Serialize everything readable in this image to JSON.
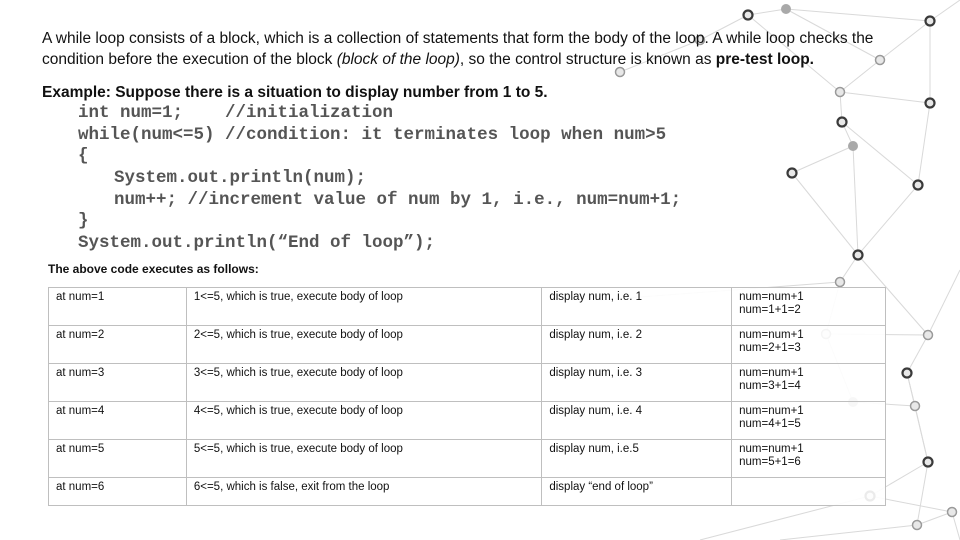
{
  "paragraph": {
    "text1": "A while loop consists of a block, which is a collection of statements that form the body of the loop. A while loop checks the condition before the execution of the block ",
    "italic": "(block of the loop)",
    "text2": ", so the control structure is known as ",
    "bold": "pre-test loop."
  },
  "example_heading": "Example: Suppose there is a situation to display number from 1 to 5.",
  "code_lines": [
    {
      "text": "int num=1;    //initialization",
      "indent": false
    },
    {
      "text": "while(num<=5) //condition: it terminates loop when num>5",
      "indent": false
    },
    {
      "text": "{",
      "indent": false
    },
    {
      "text": "System.out.println(num);",
      "indent": true
    },
    {
      "text": "num++; //increment value of num by 1, i.e., num=num+1;",
      "indent": true
    },
    {
      "text": "}",
      "indent": false
    },
    {
      "text": "System.out.println(“End of loop”);",
      "indent": false
    }
  ],
  "table_caption": "The above code executes as follows:",
  "table_rows": [
    [
      "at num=1",
      "1<=5, which is true, execute body of loop",
      "display num, i.e. 1",
      "num=num+1\nnum=1+1=2"
    ],
    [
      "at num=2",
      "2<=5, which is true, execute body of loop",
      "display num, i.e. 2",
      "num=num+1\nnum=2+1=3"
    ],
    [
      "at num=3",
      "3<=5, which is true, execute body of loop",
      "display num, i.e. 3",
      "num=num+1\nnum=3+1=4"
    ],
    [
      "at num=4",
      "4<=5, which is true, execute body of loop",
      "display num, i.e. 4",
      "num=num+1\nnum=4+1=5"
    ],
    [
      "at num=5",
      "5<=5, which is true, execute body of loop",
      "display num, i.e.5",
      "num=num+1\nnum=5+1=6"
    ],
    [
      "at num=6",
      "6<=5, which is false, exit from the loop",
      "display “end of loop”",
      ""
    ]
  ],
  "colors": {
    "network_line": "#d9d9d9",
    "node_fill": "#e8e8e8",
    "node_dark": "#3a3a3a"
  }
}
